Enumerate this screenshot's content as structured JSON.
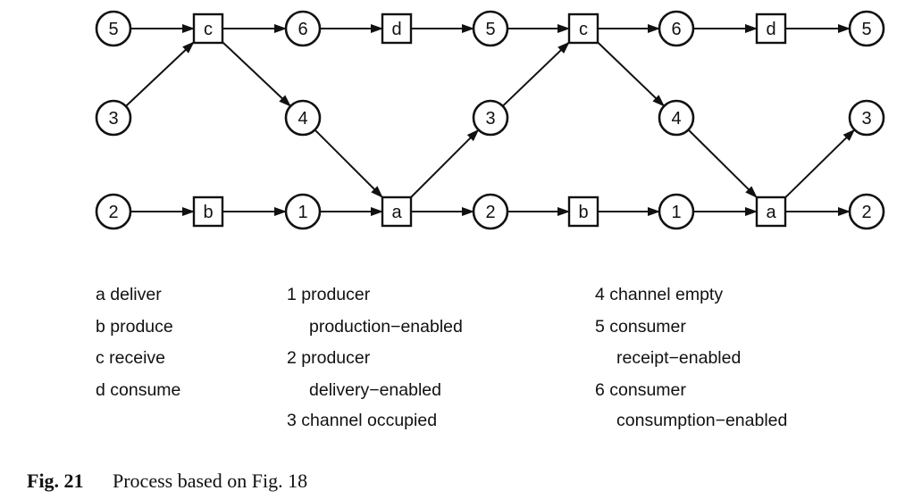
{
  "diagram": {
    "nodes": [
      {
        "id": "p5a",
        "kind": "place",
        "label": "5"
      },
      {
        "id": "tc1",
        "kind": "transition",
        "label": "c"
      },
      {
        "id": "p6a",
        "kind": "place",
        "label": "6"
      },
      {
        "id": "td1",
        "kind": "transition",
        "label": "d"
      },
      {
        "id": "p5b",
        "kind": "place",
        "label": "5"
      },
      {
        "id": "tc2",
        "kind": "transition",
        "label": "c"
      },
      {
        "id": "p6b",
        "kind": "place",
        "label": "6"
      },
      {
        "id": "td2",
        "kind": "transition",
        "label": "d"
      },
      {
        "id": "p5c",
        "kind": "place",
        "label": "5"
      },
      {
        "id": "p3a",
        "kind": "place",
        "label": "3"
      },
      {
        "id": "p4a",
        "kind": "place",
        "label": "4"
      },
      {
        "id": "p3b",
        "kind": "place",
        "label": "3"
      },
      {
        "id": "p4b",
        "kind": "place",
        "label": "4"
      },
      {
        "id": "p3c",
        "kind": "place",
        "label": "3"
      },
      {
        "id": "p2a",
        "kind": "place",
        "label": "2"
      },
      {
        "id": "tb1",
        "kind": "transition",
        "label": "b"
      },
      {
        "id": "p1a",
        "kind": "place",
        "label": "1"
      },
      {
        "id": "ta1",
        "kind": "transition",
        "label": "a"
      },
      {
        "id": "p2b",
        "kind": "place",
        "label": "2"
      },
      {
        "id": "tb2",
        "kind": "transition",
        "label": "b"
      },
      {
        "id": "p1b",
        "kind": "place",
        "label": "1"
      },
      {
        "id": "ta2",
        "kind": "transition",
        "label": "a"
      },
      {
        "id": "p2c",
        "kind": "place",
        "label": "2"
      }
    ],
    "edges": [
      [
        "p5a",
        "tc1"
      ],
      [
        "p3a",
        "tc1"
      ],
      [
        "tc1",
        "p6a"
      ],
      [
        "tc1",
        "p4a"
      ],
      [
        "p6a",
        "td1"
      ],
      [
        "td1",
        "p5b"
      ],
      [
        "p5b",
        "tc2"
      ],
      [
        "p3b",
        "tc2"
      ],
      [
        "tc2",
        "p6b"
      ],
      [
        "tc2",
        "p4b"
      ],
      [
        "p6b",
        "td2"
      ],
      [
        "td2",
        "p5c"
      ],
      [
        "p2a",
        "tb1"
      ],
      [
        "tb1",
        "p1a"
      ],
      [
        "p1a",
        "ta1"
      ],
      [
        "p4a",
        "ta1"
      ],
      [
        "ta1",
        "p2b"
      ],
      [
        "ta1",
        "p3b"
      ],
      [
        "p2b",
        "tb2"
      ],
      [
        "tb2",
        "p1b"
      ],
      [
        "p1b",
        "ta2"
      ],
      [
        "p4b",
        "ta2"
      ],
      [
        "ta2",
        "p2c"
      ],
      [
        "ta2",
        "p3c"
      ]
    ]
  },
  "legend": {
    "col1": [
      "a deliver",
      "b produce",
      "c receive",
      "d consume"
    ],
    "col2": [
      "1 producer",
      "production−enabled",
      "2 producer",
      "delivery−enabled",
      "3 channel occupied"
    ],
    "col3": [
      "4 channel empty",
      "5 consumer",
      "receipt−enabled",
      "6 consumer",
      "consumption−enabled"
    ]
  },
  "caption": {
    "label": "Fig. 21",
    "text": "Process based on Fig. 18"
  }
}
